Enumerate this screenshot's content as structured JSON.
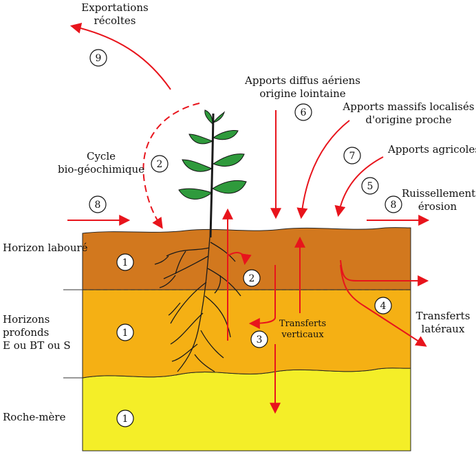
{
  "labels": {
    "exportations": "Exportations\nrécoltes",
    "apports_diffus": "Apports diffus aériens\norigine lointaine",
    "apports_massifs": "Apports massifs localisés\nd'origine proche",
    "apports_agricoles": "Apports agricoles",
    "ruissellement": "Ruissellement\nérosion",
    "cycle": "Cycle\nbio-géochimique",
    "horizon_laboure": "Horizon labouré",
    "horizons_profonds": "Horizons\nprofonds\nE ou BT ou S",
    "roche_mere": "Roche-mère",
    "transferts_verticaux": "Transferts\nverticaux",
    "transferts_lateraux": "Transferts\nlatéraux"
  },
  "markers": {
    "m9": "9",
    "m6": "6",
    "m7": "7",
    "m5": "5",
    "m8_left": "8",
    "m8_right": "8",
    "m2_cycle": "2",
    "m2_soil": "2",
    "m3": "3",
    "m4": "4",
    "m1_top": "1",
    "m1_mid": "1",
    "m1_bot": "1"
  },
  "colors": {
    "layer_top": "#d2781e",
    "layer_mid": "#f5b014",
    "layer_bot": "#f4ee28",
    "arrow": "#e8141c",
    "leaf": "#2f9a3c"
  }
}
